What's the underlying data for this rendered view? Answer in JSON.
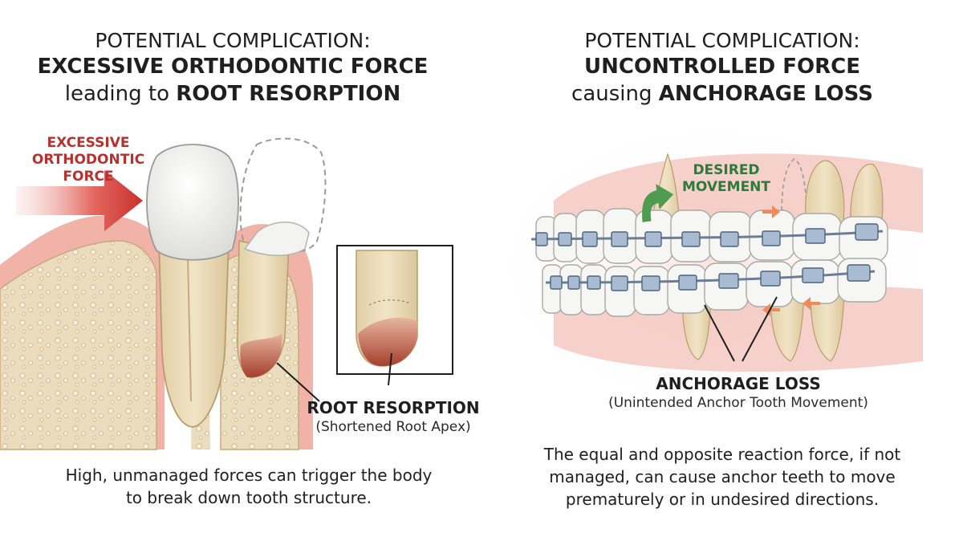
{
  "left_panel": {
    "title_line1": "POTENTIAL COMPLICATION:",
    "title_line2": "EXCESSIVE ORTHODONTIC FORCE",
    "title_line3_prefix": "leading to ",
    "title_line3_bold": "ROOT RESORPTION",
    "force_label": [
      "EXCESSIVE",
      "ORTHODONTIC",
      "FORCE"
    ],
    "callout_title": "ROOT RESORPTION",
    "callout_sub": "(Shortened Root Apex)",
    "caption_line1": "High, unmanaged forces can trigger the body",
    "caption_line2": "to break down tooth structure."
  },
  "right_panel": {
    "title_line1": "POTENTIAL COMPLICATION:",
    "title_line2": "UNCONTROLLED FORCE",
    "title_line3_prefix": "causing ",
    "title_line3_bold": "ANCHORAGE LOSS",
    "desired_label": [
      "DESIRED",
      "MOVEMENT"
    ],
    "callout_title": "ANCHORAGE LOSS",
    "callout_sub": "(Unintended Anchor Tooth Movement)",
    "caption_line1": "The equal and opposite reaction force, if not",
    "caption_line2": "managed, can cause anchor teeth to move",
    "caption_line3": "prematurely or in undesired directions."
  },
  "colors": {
    "force_red": "#c9302c",
    "desired_green": "#3e8e41",
    "gum_pink": "#f2b8b0",
    "bone_tan": "#e9d9b8",
    "tooth_root": "#ecdcb8",
    "enamel": "#f7f7f5",
    "resorption": "#b04a3a",
    "bracket_blue": "#7f95b0"
  }
}
